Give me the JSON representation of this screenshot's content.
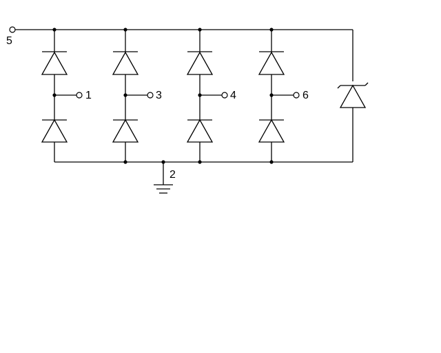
{
  "diagram": {
    "type": "circuit-schematic",
    "components": [
      "diode",
      "diode",
      "diode",
      "diode",
      "diode",
      "diode",
      "diode",
      "diode",
      "tvs-diode"
    ],
    "pins": [
      {
        "id": "pin-5",
        "label": "5",
        "role": "supply rail"
      },
      {
        "id": "pin-1",
        "label": "1",
        "role": "io"
      },
      {
        "id": "pin-3",
        "label": "3",
        "role": "io"
      },
      {
        "id": "pin-4",
        "label": "4",
        "role": "io"
      },
      {
        "id": "pin-6",
        "label": "6",
        "role": "io"
      },
      {
        "id": "pin-2",
        "label": "2",
        "role": "ground"
      }
    ],
    "colors": {
      "line": "#000000",
      "background": "#ffffff"
    }
  }
}
